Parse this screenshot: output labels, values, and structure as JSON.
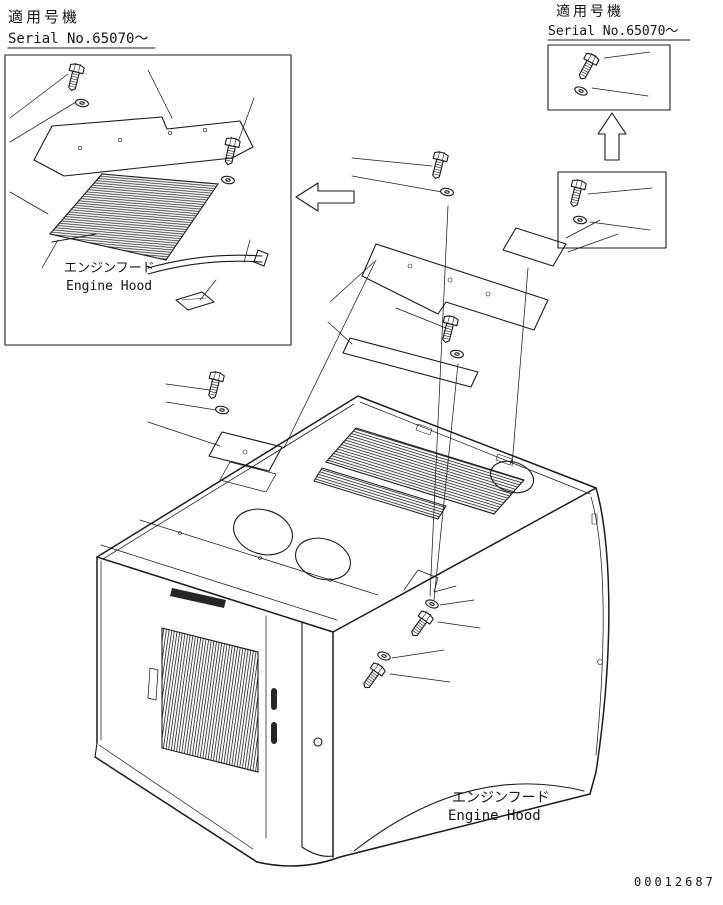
{
  "document": {
    "number": "00012687"
  },
  "annotations": {
    "top_left": {
      "header": "適用号機",
      "serial": "Serial No.65070〜"
    },
    "top_right": {
      "header": "適用号機",
      "serial": "Serial No.65070〜"
    }
  },
  "labels": {
    "inset": {
      "jp": "エンジンフード",
      "en": "Engine Hood"
    },
    "main": {
      "jp": "エンジンフード",
      "en": "Engine Hood"
    }
  },
  "colors": {
    "ink": "#1b1b1b",
    "paper": "#ffffff"
  }
}
